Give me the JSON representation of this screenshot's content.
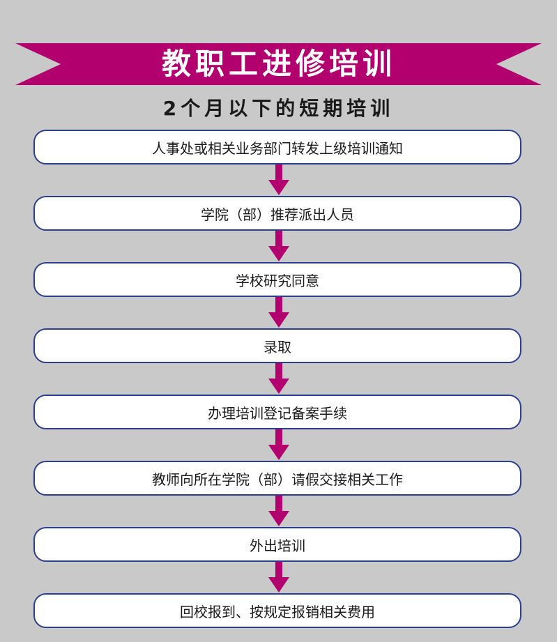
{
  "banner": {
    "title": "教职工进修培训",
    "color": "#b2006f"
  },
  "subtitle": "2个月以下的短期培训",
  "steps": [
    {
      "label": "人事处或相关业务部门转发上级培训通知"
    },
    {
      "label": "学院（部）推荐派出人员"
    },
    {
      "label": "学校研究同意"
    },
    {
      "label": "录取"
    },
    {
      "label": "办理培训登记备案手续"
    },
    {
      "label": "教师向所在学院（部）请假交接相关工作"
    },
    {
      "label": "外出培训"
    },
    {
      "label": "回校报到、按规定报销相关费用"
    }
  ],
  "colors": {
    "background": "#c9c9c9",
    "accent": "#b2006f",
    "box_border": "#2a3f8f",
    "box_fill": "#ffffff"
  }
}
